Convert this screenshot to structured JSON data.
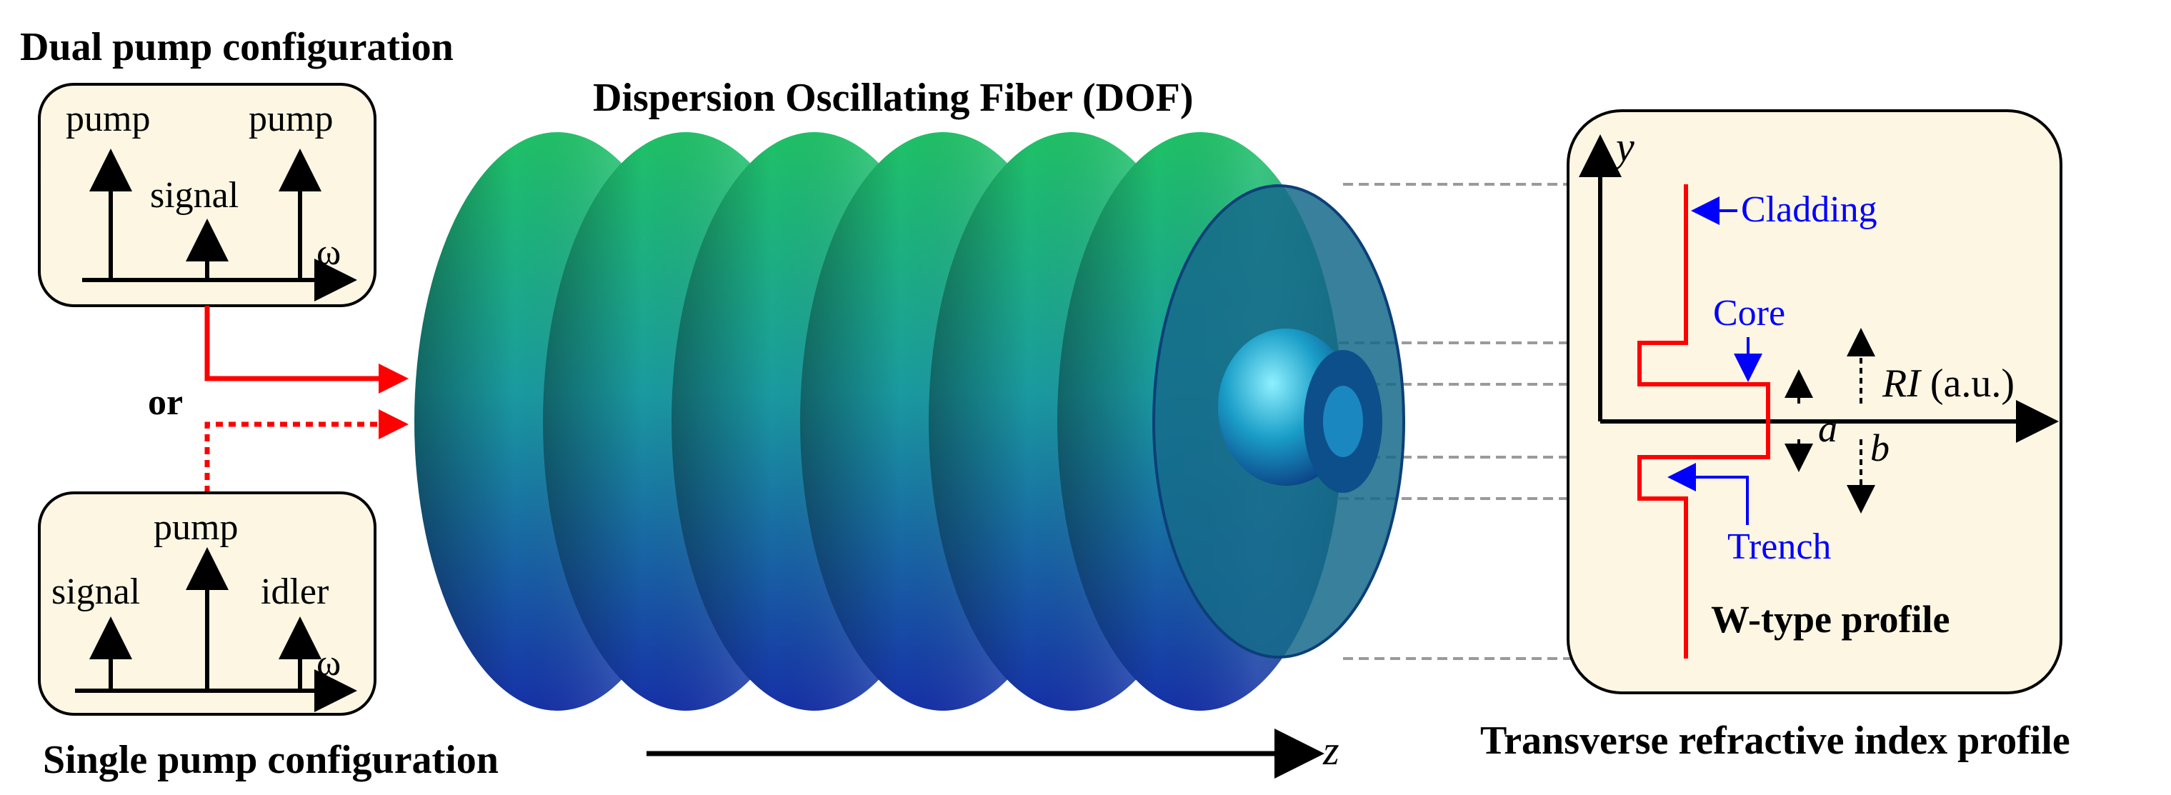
{
  "dual_pump": {
    "title": "Dual pump configuration",
    "pump_left": "pump",
    "pump_right": "pump",
    "signal": "signal",
    "omega": "ω"
  },
  "connector": {
    "or": "or"
  },
  "single_pump": {
    "title": "Single pump configuration",
    "pump": "pump",
    "signal": "signal",
    "idler": "idler",
    "omega": "ω"
  },
  "fiber": {
    "title": "Dispersion Oscillating Fiber (DOF)",
    "axis_z": "z",
    "colors": {
      "top": "#22c06a",
      "middle": "#1fa0a8",
      "bottom": "#1530a8"
    }
  },
  "profile": {
    "axis_y": "y",
    "axis_ri": "RI",
    "axis_ri_unit": "(a.u.)",
    "cladding": "Cladding",
    "core": "Core",
    "trench": "Trench",
    "dim_a": "a",
    "dim_b": "b",
    "type": "W-type profile",
    "caption": "Transverse refractive index profile",
    "colors": {
      "profile_line": "#ff0000",
      "labels": "#0000ff"
    }
  }
}
